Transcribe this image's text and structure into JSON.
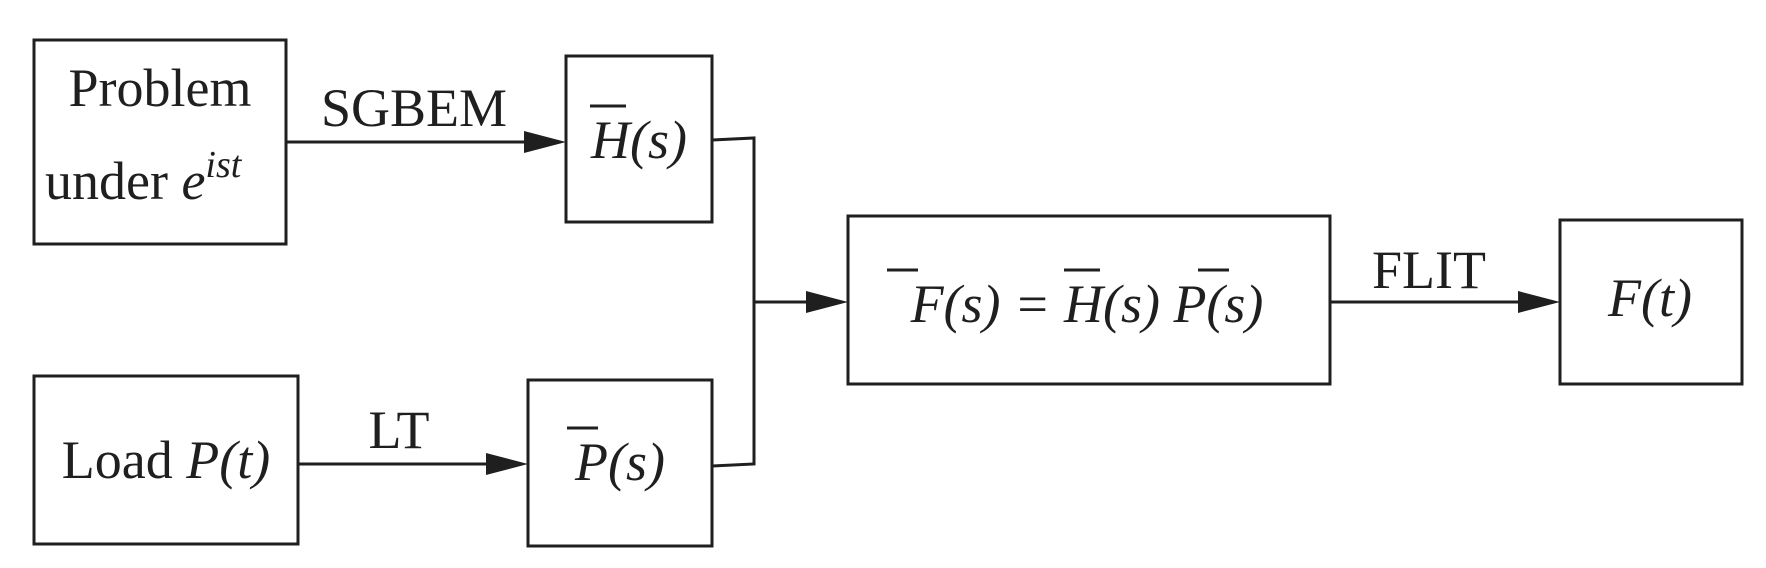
{
  "diagram": {
    "nodes": {
      "problem": {
        "line1": "Problem",
        "line2_prefix": "under ",
        "line2_base": "e",
        "line2_exponent": "ist"
      },
      "h_bar": {
        "label": "H(s)"
      },
      "load": {
        "prefix": "Load ",
        "math": "P(t)"
      },
      "p_bar": {
        "label": "P(s)"
      },
      "product": {
        "label": "F(s) = H(s) P(s)"
      },
      "output": {
        "label": "F(t)"
      }
    },
    "edges": {
      "sgbem": "SGBEM",
      "lt": "LT",
      "flit": "FLIT"
    }
  }
}
